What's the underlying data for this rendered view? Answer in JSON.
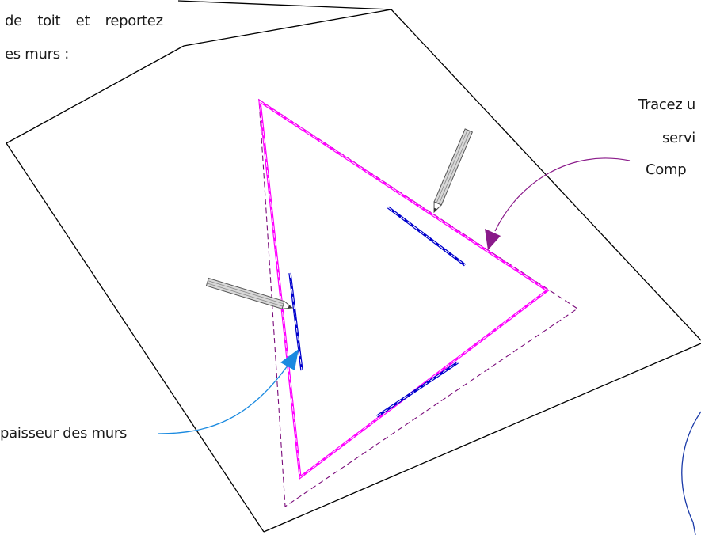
{
  "intro_text": {
    "line1": "de toit et reportez",
    "line2": "es murs :"
  },
  "callout_right": {
    "line1": "Tracez u",
    "line2": "servi",
    "line3": "Comp"
  },
  "callout_left": {
    "text": "paisseur des murs"
  },
  "colors": {
    "outline": "#000000",
    "roof_edge": "#ff00ff",
    "offset_line": "#7a0a7a",
    "wall_mark": "#0000cc",
    "arrow_purple": "#8a1a8a",
    "arrow_blue": "#1a8ae0",
    "pencil": "#8a8a8a",
    "arc_blue": "#1a3aa8"
  },
  "icons": [
    "pencil-icon",
    "pencil-icon"
  ]
}
